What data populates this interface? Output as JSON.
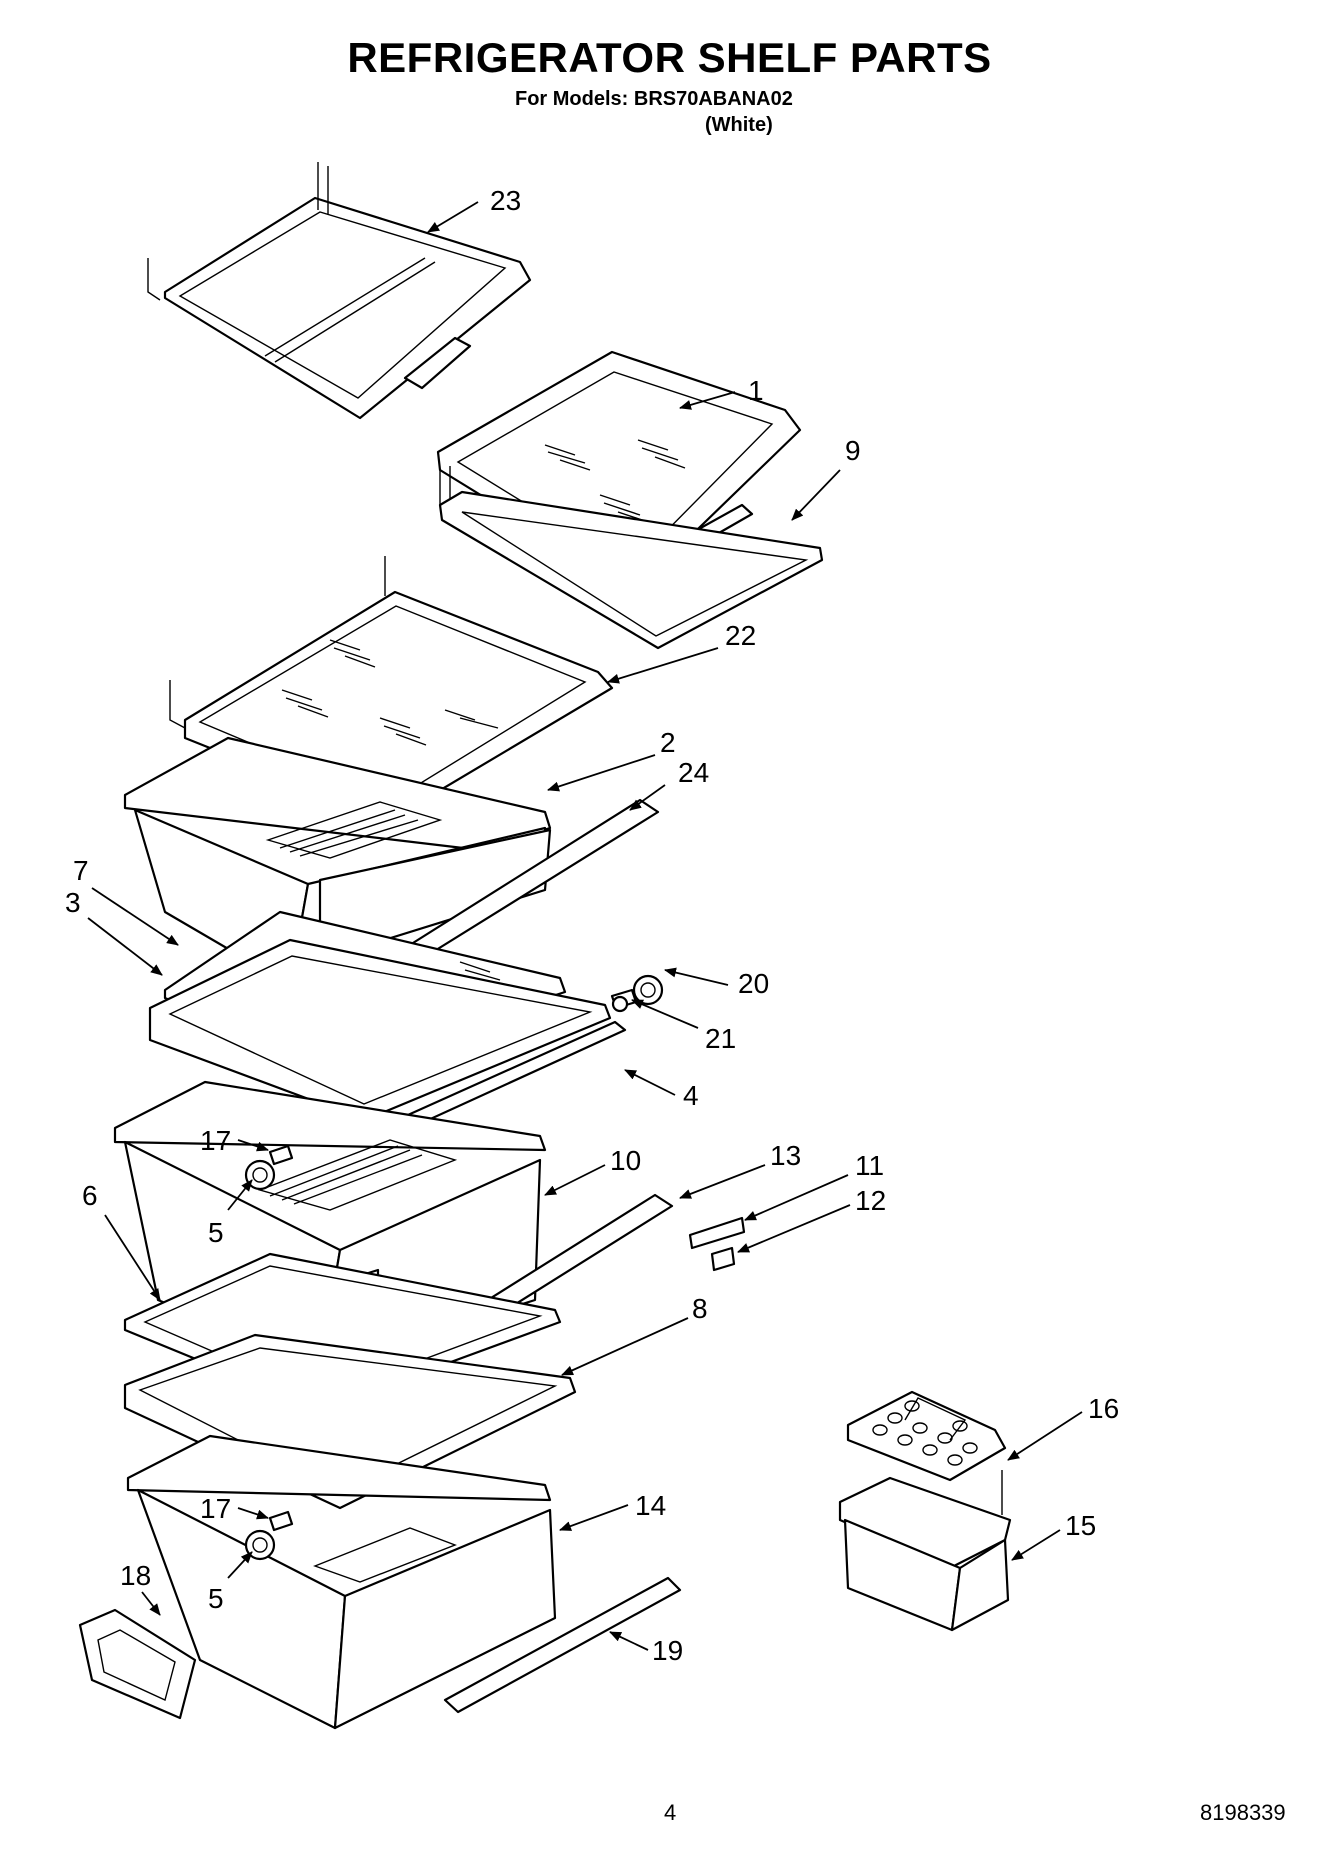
{
  "header": {
    "title": "REFRIGERATOR SHELF PARTS",
    "subtitle": "For Models: BRS70ABANA02",
    "variant": "(White)"
  },
  "footer": {
    "page_number": "4",
    "doc_number": "8198339"
  },
  "callouts": {
    "c23": "23",
    "c1": "1",
    "c9": "9",
    "c22": "22",
    "c2": "2",
    "c24": "24",
    "c7": "7",
    "c3": "3",
    "c20": "20",
    "c21": "21",
    "c4": "4",
    "c17a": "17",
    "c10": "10",
    "c13": "13",
    "c11": "11",
    "c12": "12",
    "c5a": "5",
    "c6": "6",
    "c8": "8",
    "c16": "16",
    "c17b": "17",
    "c14": "14",
    "c15": "15",
    "c18": "18",
    "c5b": "5",
    "c19": "19"
  }
}
